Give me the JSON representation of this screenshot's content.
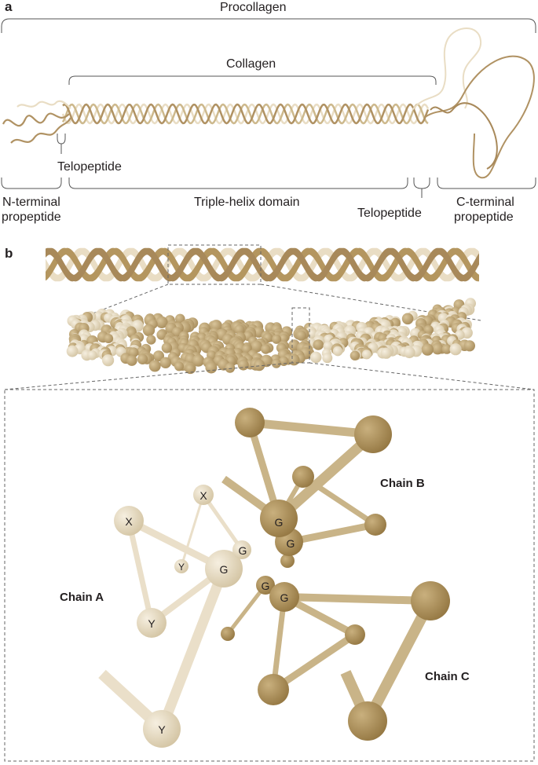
{
  "panel_a": {
    "letter": "a",
    "procollagen": "Procollagen",
    "collagen": "Collagen",
    "telopeptide_left": "Telopeptide",
    "n_terminal_line1": "N-terminal",
    "n_terminal_line2": "propeptide",
    "triple_helix": "Triple-helix domain",
    "telopeptide_right": "Telopeptide",
    "c_terminal_line1": "C-terminal",
    "c_terminal_line2": "propeptide"
  },
  "panel_b": {
    "letter": "b",
    "chains": {
      "a": "Chain A",
      "b": "Chain B",
      "c": "Chain C"
    },
    "residues_a": [
      "X",
      "X",
      "Y",
      "G",
      "G",
      "Y",
      "Y"
    ],
    "residues_b": [
      "G",
      "G"
    ],
    "residues_c": [
      "G",
      "G"
    ]
  },
  "colors": {
    "light_strand": "#e9ddc4",
    "mid_strand": "#c9b488",
    "dark_strand": "#a8895a",
    "light_atom": "#ddd0b4",
    "dark_atom": "#a8895a",
    "line": "#555555"
  }
}
